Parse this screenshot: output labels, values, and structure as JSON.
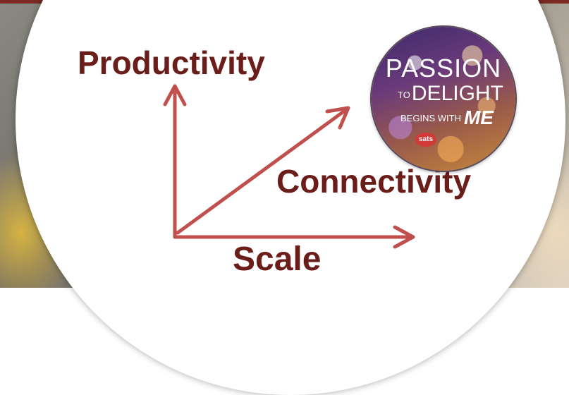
{
  "labels": {
    "productivity": "Productivity",
    "connectivity": "Connectivity",
    "scale": "Scale"
  },
  "badge": {
    "line1": "PASSION",
    "line2_small": "TO",
    "line2": "DELIGHT",
    "line3_small": "BEGINS WITH",
    "line3": "ME",
    "logo": "sats"
  },
  "colors": {
    "label_text": "#6b1d1a",
    "arrow": "#c0504d",
    "top_bar": "#7a2a22"
  }
}
